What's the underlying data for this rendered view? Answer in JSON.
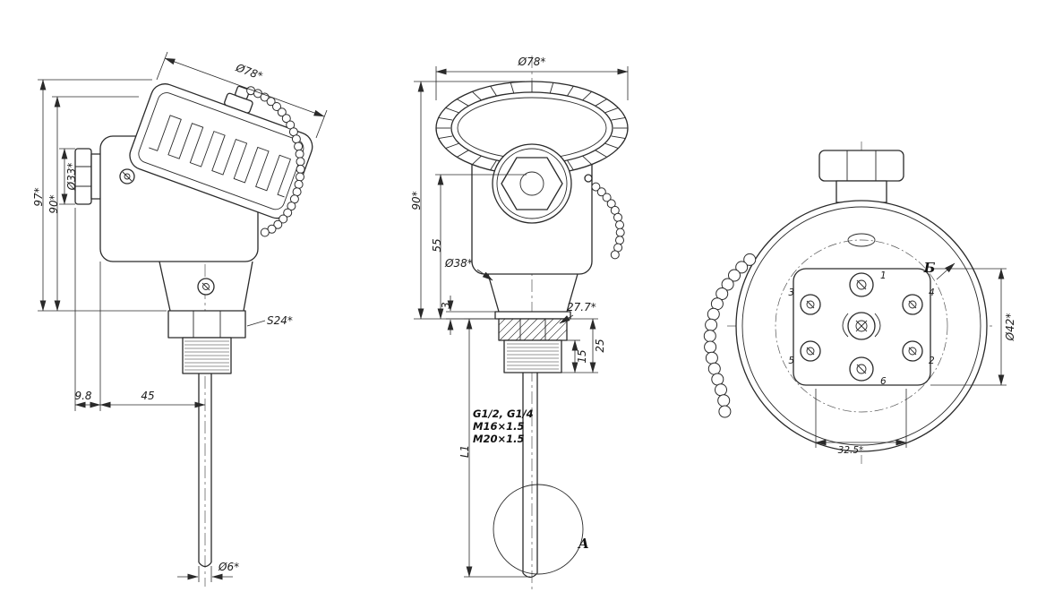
{
  "background": "#ffffff",
  "ink": "#2a2a2a",
  "side": {
    "dia_cap": "Ø78*",
    "h1": "97*",
    "h2": "90*",
    "dia_gland": "Ø33*",
    "hex": "S24*",
    "off1": "9.8",
    "off2": "45",
    "dia_stem": "Ø6*"
  },
  "front": {
    "dia_cap": "Ø78*",
    "h90": "90*",
    "h55": "55",
    "dia_body": "Ø38*",
    "step3": "3",
    "hex277": "27.7*",
    "d25": "25",
    "d15": "15",
    "length": "L1",
    "thread1": "G1/2, G1/4",
    "thread2": "M16×1.5",
    "thread3": "M20×1.5",
    "detail": "A"
  },
  "back": {
    "view_label": "Б",
    "dia42": "Ø42*",
    "pitch": "32.5*",
    "t": {
      "n1": "1",
      "n2": "2",
      "n3": "3",
      "n4": "4",
      "n5": "5",
      "n6": "6"
    }
  }
}
